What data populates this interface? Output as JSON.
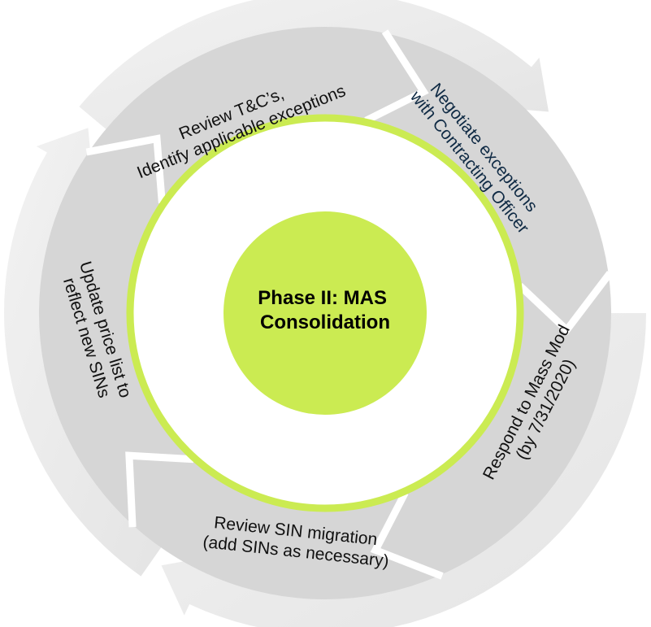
{
  "diagram": {
    "type": "cycle",
    "center": {
      "lines": [
        "Phase II: MAS",
        "Consolidation"
      ]
    },
    "steps": [
      {
        "id": "review-tc",
        "lines": [
          "Review T&C’s,",
          "Identify applicable exceptions"
        ],
        "text_color": "#111111"
      },
      {
        "id": "negotiate",
        "lines": [
          "Negotiate exceptions",
          "with Contracting Officer"
        ],
        "text_color": "#0f2a44"
      },
      {
        "id": "respond",
        "lines": [
          "Respond to Mass Mod",
          "(by 7/31/2020)"
        ],
        "text_color": "#111111"
      },
      {
        "id": "review-sin",
        "lines": [
          "Review SIN migration",
          "(add SINs as necessary)"
        ],
        "text_color": "#111111"
      },
      {
        "id": "update-price",
        "lines": [
          "Update price list to",
          "reflect new SINs"
        ],
        "text_color": "#111111"
      }
    ],
    "colors": {
      "center_fill": "#cbeb52",
      "ring_border": "#cbeb52",
      "segment_fill": "#d6d6d6",
      "outer_arrow": "#ebebeb",
      "separator": "#ffffff"
    }
  }
}
